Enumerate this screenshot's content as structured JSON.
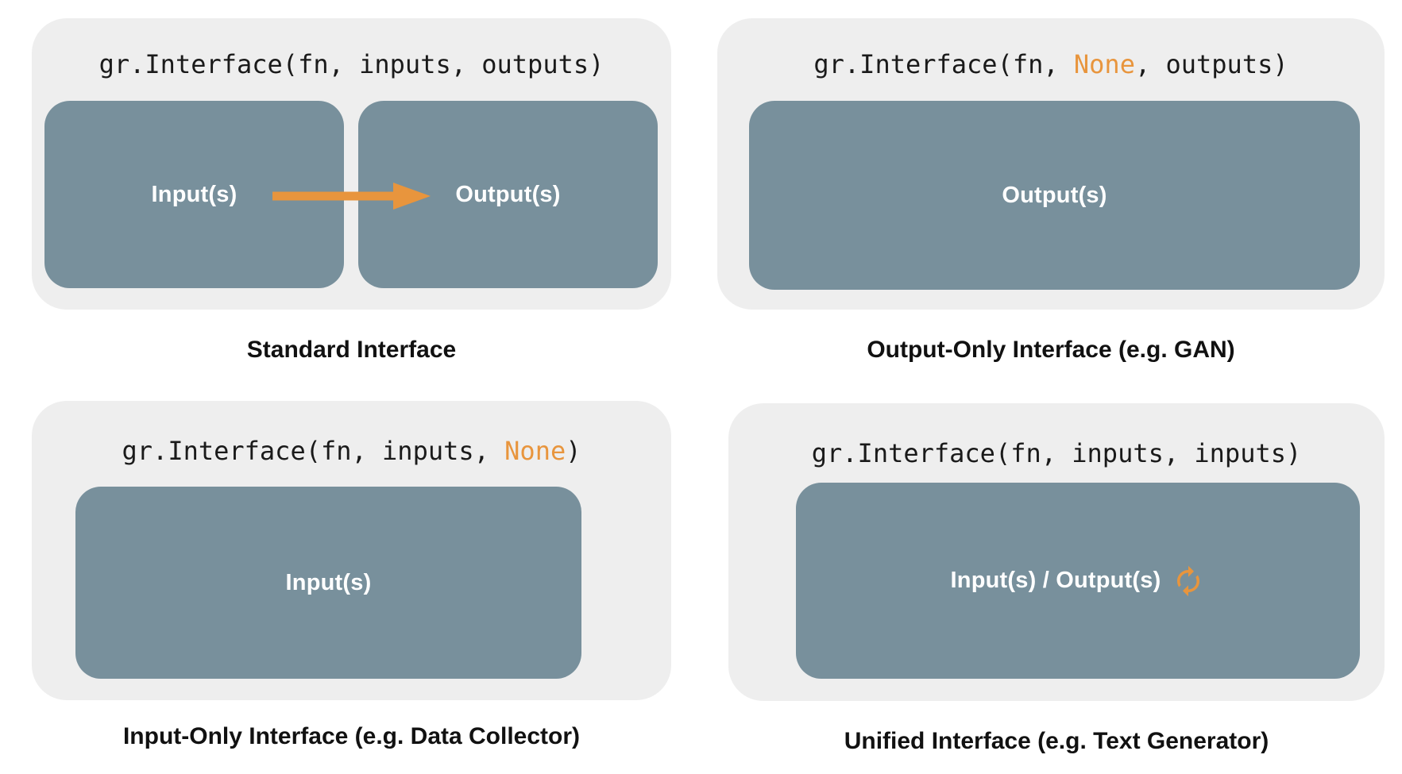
{
  "colors": {
    "accent": "#E8953D",
    "panel_bg": "#EEEEEE",
    "box_bg": "#78909C",
    "code_color": "#1A1A1A",
    "caption_color": "#111111",
    "label_color": "#FFFFFF"
  },
  "panels": [
    {
      "id": "standard",
      "code": {
        "pre": "gr.Interface(fn, inputs, outputs)",
        "highlight": "",
        "post": ""
      },
      "boxes": [
        "Input(s)",
        "Output(s)"
      ],
      "arrow_icon": "right-arrow-icon",
      "caption": "Standard Interface"
    },
    {
      "id": "output-only",
      "code": {
        "pre": "gr.Interface(fn, ",
        "highlight": "None",
        "post": ", outputs)"
      },
      "boxes": [
        "Output(s)"
      ],
      "caption": "Output-Only Interface (e.g. GAN)"
    },
    {
      "id": "input-only",
      "code": {
        "pre": "gr.Interface(fn, inputs, ",
        "highlight": "None",
        "post": ")"
      },
      "boxes": [
        "Input(s)"
      ],
      "caption": "Input-Only Interface (e.g. Data Collector)"
    },
    {
      "id": "unified",
      "code": {
        "pre": "gr.Interface(fn, inputs, inputs)",
        "highlight": "",
        "post": ""
      },
      "boxes": [
        "Input(s) / Output(s)"
      ],
      "box_icon": "refresh-icon",
      "caption": "Unified Interface (e.g. Text Generator)"
    }
  ]
}
